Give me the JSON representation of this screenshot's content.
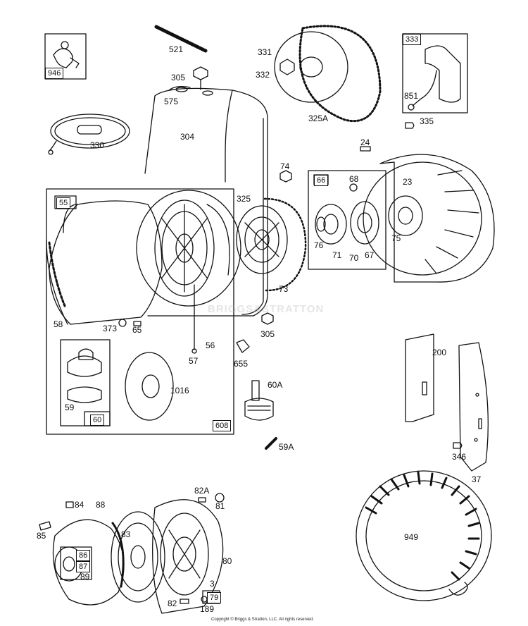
{
  "watermark": "BRIGGS&STRATTON",
  "copyright": "Copyright © Briggs & Stratton, LLC. All rights reserved.",
  "parts": {
    "p521": "521",
    "p946": "946",
    "p305a": "305",
    "p575": "575",
    "p330": "330",
    "p304": "304",
    "p331": "331",
    "p332": "332",
    "p325a": "325A",
    "p333": "333",
    "p851": "851",
    "p335": "335",
    "p24": "24",
    "p74": "74",
    "p66": "66",
    "p68": "68",
    "p23": "23",
    "p325": "325",
    "p55": "55",
    "p76": "76",
    "p71": "71",
    "p70": "70",
    "p67": "67",
    "p75": "75",
    "p73": "73",
    "p58": "58",
    "p373": "373",
    "p65": "65",
    "p305b": "305",
    "p56": "56",
    "p57": "57",
    "p655": "655",
    "p200": "200",
    "p1016": "1016",
    "p60a": "60A",
    "p59": "59",
    "p60": "60",
    "p608": "608",
    "p59a": "59A",
    "p346": "346",
    "p37": "37",
    "p82a": "82A",
    "p84": "84",
    "p88": "88",
    "p81": "81",
    "p85": "85",
    "p83": "83",
    "p86": "86",
    "p87": "87",
    "p89": "89",
    "p949": "949",
    "p80": "80",
    "p3": "3",
    "p82": "82",
    "p189": "189",
    "p79": "79"
  }
}
